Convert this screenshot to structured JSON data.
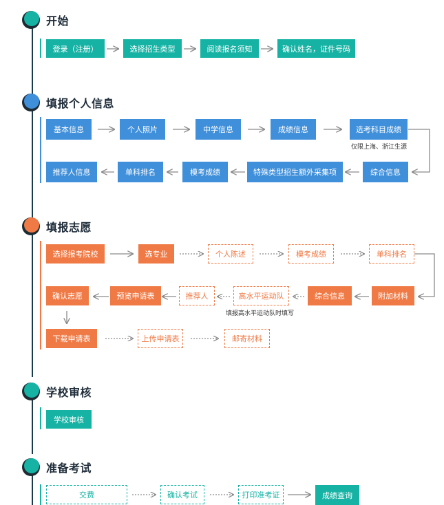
{
  "sections": {
    "start": {
      "title": "开始",
      "steps": [
        "登录（注册）",
        "选择招生类型",
        "阅读报名须知",
        "确认姓名，证件号码"
      ]
    },
    "personal": {
      "title": "填报个人信息",
      "row1": [
        "基本信息",
        "个人照片",
        "中学信息",
        "成绩信息",
        "选考科目成绩"
      ],
      "note": "仅限上海、浙江生源",
      "row2": [
        "推荐人信息",
        "单科排名",
        "模考成绩",
        "特殊类型招生额外采集项",
        "综合信息"
      ]
    },
    "wish": {
      "title": "填报志愿",
      "row1": [
        "选择报考院校",
        "选专业",
        "个人陈述",
        "模考成绩",
        "单科排名"
      ],
      "row2": [
        "确认志愿",
        "预览申请表",
        "推荐人",
        "高水平运动队",
        "综合信息",
        "附加材料"
      ],
      "note": "填报高水平运动队时填写",
      "row3": [
        "下载申请表",
        "上传申请表",
        "邮寄材料"
      ]
    },
    "review": {
      "title": "学校审核",
      "steps": [
        "学校审核"
      ]
    },
    "exam": {
      "title": "准备考试",
      "steps": [
        "交费",
        "确认考试",
        "打印准考证",
        "成绩查询"
      ]
    }
  },
  "icons": {
    "section_marker": "circle-marker-icon",
    "arrow": "arrow-right-icon",
    "arrow_left": "arrow-left-icon",
    "arrow_down": "arrow-down-icon"
  },
  "colors": {
    "teal": "#16b3a4",
    "blue": "#3f8fda",
    "orange": "#f07a45",
    "dark": "#1f2d3a",
    "arrow": "#8a8a8a"
  }
}
